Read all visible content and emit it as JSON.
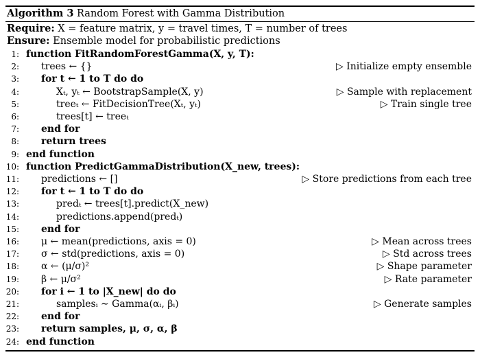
{
  "caption": {
    "label": "Algorithm 3",
    "title": "Random Forest with Gamma Distribution"
  },
  "require": {
    "keyword": "Require:",
    "text": "X = feature matrix, y = travel times, T = number of trees"
  },
  "ensure": {
    "keyword": "Ensure:",
    "text": "Ensemble model for probabilistic predictions"
  },
  "comment_marker": "▷",
  "lines": [
    {
      "num": "1:",
      "indent": 0,
      "text": "function FitRandomForestGamma(X, y, T):",
      "comment": ""
    },
    {
      "num": "2:",
      "indent": 1,
      "text": "trees ← {}",
      "comment": "Initialize empty ensemble"
    },
    {
      "num": "3:",
      "indent": 1,
      "text": "for t ← 1 to T do do",
      "comment": ""
    },
    {
      "num": "4:",
      "indent": 2,
      "text": "Xₜ, yₜ ← BootstrapSample(X, y)",
      "comment": "Sample with replacement"
    },
    {
      "num": "5:",
      "indent": 2,
      "text": "treeₜ ← FitDecisionTree(Xₜ, yₜ)",
      "comment": "Train single tree"
    },
    {
      "num": "6:",
      "indent": 2,
      "text": "trees[t] ← treeₜ",
      "comment": ""
    },
    {
      "num": "7:",
      "indent": 1,
      "text": "end for",
      "comment": ""
    },
    {
      "num": "8:",
      "indent": 1,
      "text": "return trees",
      "comment": ""
    },
    {
      "num": "9:",
      "indent": 0,
      "text": "end function",
      "comment": ""
    },
    {
      "num": "10:",
      "indent": 0,
      "text": "function PredictGammaDistribution(X_new, trees):",
      "comment": ""
    },
    {
      "num": "11:",
      "indent": 1,
      "text": "predictions ← []",
      "comment": "Store predictions from each tree"
    },
    {
      "num": "12:",
      "indent": 1,
      "text": "for t ← 1 to T do do",
      "comment": ""
    },
    {
      "num": "13:",
      "indent": 2,
      "text": "predₜ ← trees[t].predict(X_new)",
      "comment": ""
    },
    {
      "num": "14:",
      "indent": 2,
      "text": "predictions.append(predₜ)",
      "comment": ""
    },
    {
      "num": "15:",
      "indent": 1,
      "text": "end for",
      "comment": ""
    },
    {
      "num": "16:",
      "indent": 1,
      "text": "μ ← mean(predictions, axis = 0)",
      "comment": "Mean across trees"
    },
    {
      "num": "17:",
      "indent": 1,
      "text": "σ ← std(predictions, axis = 0)",
      "comment": "Std across trees"
    },
    {
      "num": "18:",
      "indent": 1,
      "text": "α ← (μ/σ)²",
      "comment": "Shape parameter"
    },
    {
      "num": "19:",
      "indent": 1,
      "text": "β ← μ/σ²",
      "comment": "Rate parameter"
    },
    {
      "num": "20:",
      "indent": 1,
      "text": "for i ← 1 to |X_new| do do",
      "comment": ""
    },
    {
      "num": "21:",
      "indent": 2,
      "text": "samplesᵢ ∼ Gamma(αᵢ, βᵢ)",
      "comment": "Generate samples"
    },
    {
      "num": "22:",
      "indent": 1,
      "text": "end for",
      "comment": ""
    },
    {
      "num": "23:",
      "indent": 1,
      "text": "return samples, μ, σ, α, β",
      "comment": ""
    },
    {
      "num": "24:",
      "indent": 0,
      "text": "end function",
      "comment": ""
    }
  ]
}
